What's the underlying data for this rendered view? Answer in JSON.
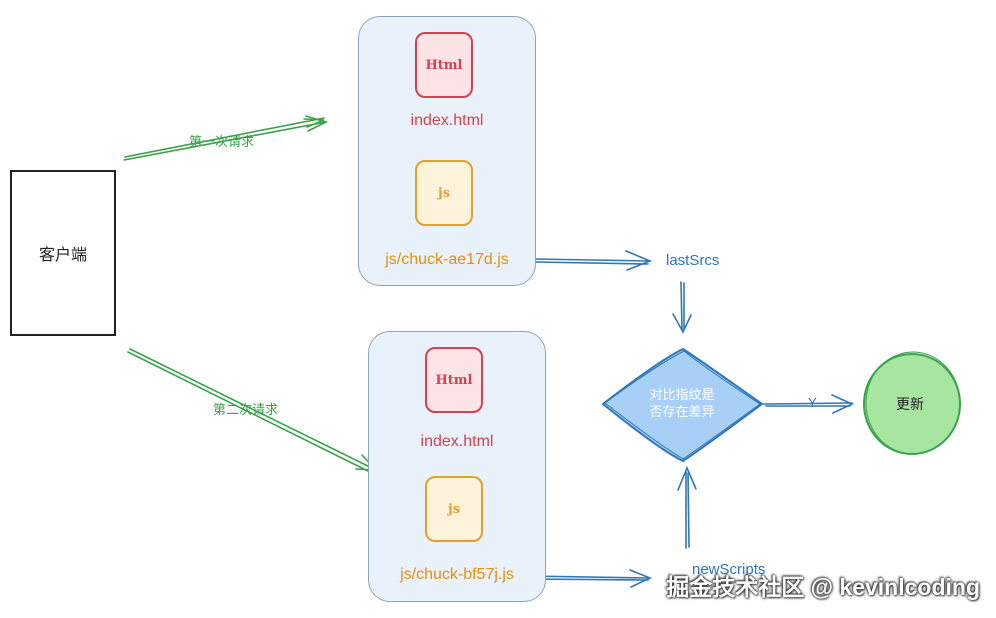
{
  "client": {
    "label": "客户端"
  },
  "request1": {
    "label": "第一次请求"
  },
  "request2": {
    "label": "第二次请求"
  },
  "panel1": {
    "html_icon": "Html",
    "html_file": "index.html",
    "js_icon": "js",
    "js_file": "js/chuck-ae17d.js"
  },
  "panel2": {
    "html_icon": "Html",
    "html_file": "index.html",
    "js_icon": "js",
    "js_file": "js/chuck-bf57j.js"
  },
  "last_srcs": {
    "label": "lastSrcs"
  },
  "new_scripts": {
    "label": "newScripts"
  },
  "decision": {
    "line1": "对比指纹是",
    "line2": "否存在差异"
  },
  "yes_label": "Y",
  "update": {
    "label": "更新"
  },
  "watermark": "掘金技术社区 @ kevinlcoding",
  "colors": {
    "panel_fill": "#e9f1fb",
    "html_accent": "#d2434f",
    "js_accent": "#e3a02a",
    "request_green": "#3aa24a",
    "flow_blue": "#2f77b7",
    "decision_fill": "#a8cff5",
    "update_fill": "#a6e6a0"
  }
}
